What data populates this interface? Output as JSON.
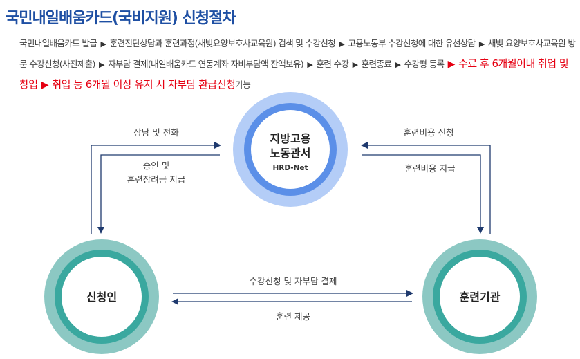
{
  "title": "국민내일배움카드(국비지원) 신청절차",
  "steps": [
    "국민내일배움카드 발급",
    "훈련진단상담과 훈련과정(새빛요양보호사교육원) 검색 및 수강신청",
    "고용노동부 수강신청에 대한 유선상담",
    "새빛 요양보호사교육원 방문 수강신청(사진제출)",
    "자부담 결제(내일배움카드 연동계좌 자비부담액 잔액보유)",
    "훈련 수강",
    "훈련종료",
    "수강평 등록"
  ],
  "highlights": [
    "수료 후 6개월이내 취업 및 창업",
    "취업 등 6개월 이상 유지 시 자부담 환급신청"
  ],
  "tail_text": "가능",
  "arrow_glyph": "▶",
  "colors": {
    "title": "#1e4fa3",
    "highlight": "#e60012",
    "hrd_outer": "#b4cdf7",
    "hrd_ring": "#5b8fe8",
    "teal_outer": "#8cc8c3",
    "teal_ring": "#3aa89f",
    "arrow": "#1f3a6e"
  },
  "nodes": {
    "hrd": {
      "line1": "지방고용",
      "line2": "노동관서",
      "sub": "HRD-Net"
    },
    "applicant": {
      "label": "신청인"
    },
    "institution": {
      "label": "훈련기관"
    }
  },
  "flows": {
    "applicant_to_hrd": "상담 및 전화",
    "hrd_to_applicant_1": "승인 및",
    "hrd_to_applicant_2": "훈련장려금 지급",
    "institution_to_hrd": "훈련비용 신청",
    "hrd_to_institution": "훈련비용 지급",
    "applicant_to_institution": "수강신청 및 자부담 결제",
    "institution_to_applicant": "훈련 제공"
  }
}
